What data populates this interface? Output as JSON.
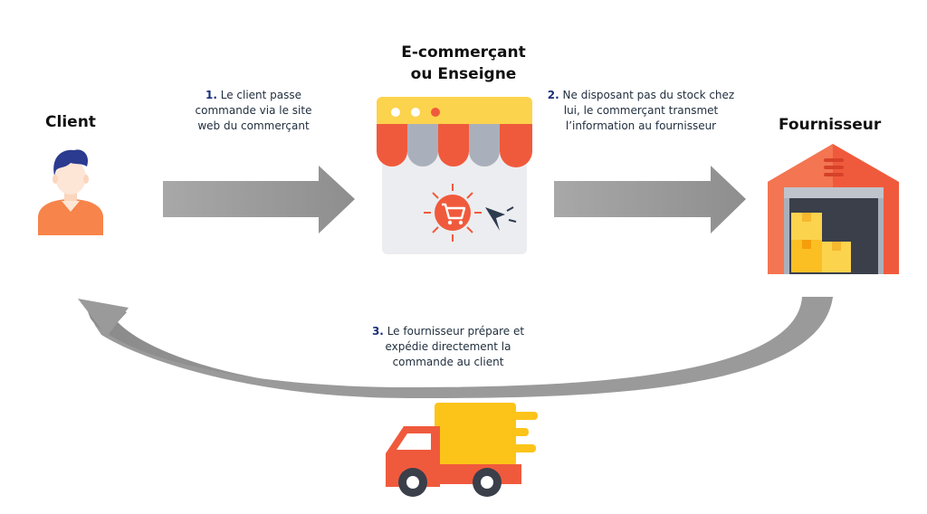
{
  "nodes": {
    "client": {
      "label": "Client"
    },
    "merchant": {
      "label_line1": "E-commerçant",
      "label_line2": "ou Enseigne"
    },
    "supplier": {
      "label": "Fournisseur"
    }
  },
  "steps": [
    {
      "number": "1.",
      "lines": [
        "Le client passe",
        "commande via le site",
        "web du commerçant"
      ]
    },
    {
      "number": "2.",
      "lines": [
        "Ne disposant pas du stock chez",
        "lui, le commerçant transmet",
        "l’information au fournisseur"
      ]
    },
    {
      "number": "3.",
      "lines": [
        "Le fournisseur prépare et",
        "expédie directement la",
        "commande au client"
      ]
    }
  ],
  "icons": [
    "person-icon",
    "storefront-icon",
    "shopping-cart-icon",
    "cursor-icon",
    "warehouse-icon",
    "box-icon",
    "delivery-truck-icon"
  ],
  "colors": {
    "arrow": "#9a9a9a",
    "accent_red": "#f05a3c",
    "accent_yellow": "#fcc419",
    "shirt_orange": "#f7844a",
    "hair_navy": "#2b3b8f",
    "step_number": "#1a2f7a"
  }
}
